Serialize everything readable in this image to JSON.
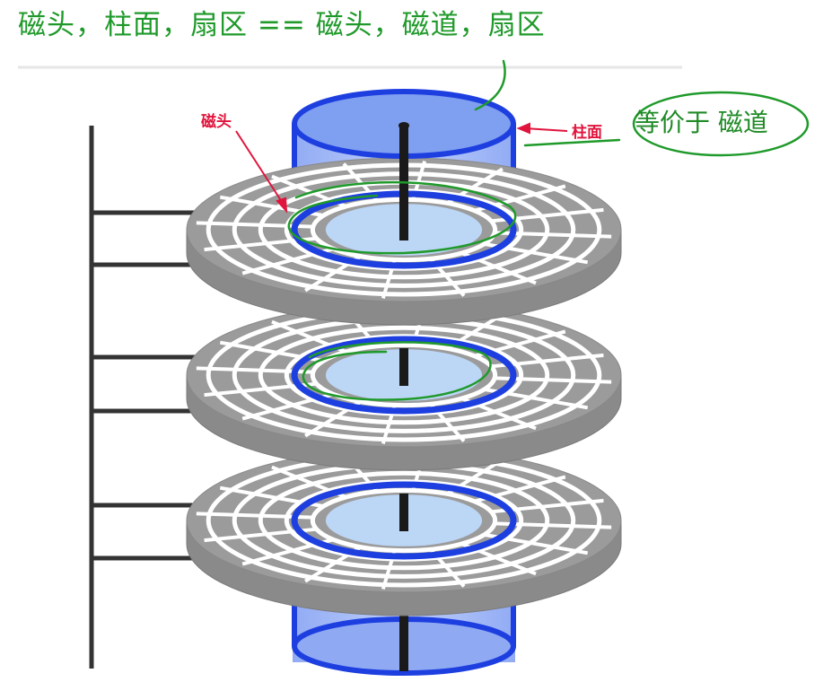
{
  "title": "磁头，柱面，扇区 == 磁头，磁道，扇区",
  "labels": {
    "head": "磁头",
    "cylinder": "柱面"
  },
  "annotation": "等价于 磁道",
  "colors": {
    "annotation_green": "#1f9a2a",
    "label_red": "#e0143c",
    "cylinder_blue": "#1e3fe0",
    "cylinder_fill": "#7f9ff0",
    "platter_gray": "#8c8c8c",
    "spindle": "#1a1a1a"
  }
}
